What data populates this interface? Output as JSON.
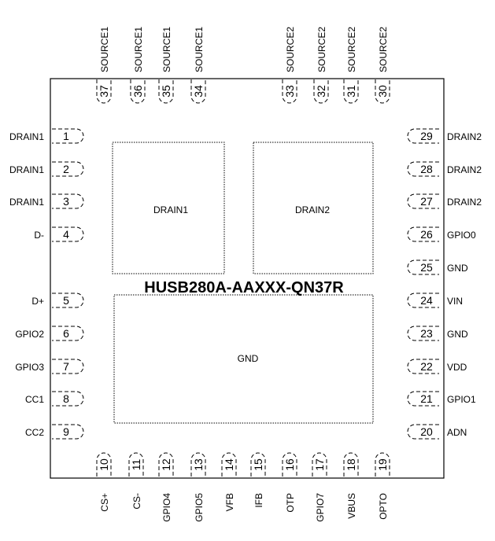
{
  "part_number": "HUSB280A-AAXXX-QN37R",
  "pads": {
    "drain1": "DRAIN1",
    "drain2": "DRAIN2",
    "gnd": "GND"
  },
  "pins_top": [
    {
      "num": "37",
      "name": "SOURCE1"
    },
    {
      "num": "36",
      "name": "SOURCE1"
    },
    {
      "num": "35",
      "name": "SOURCE1"
    },
    {
      "num": "34",
      "name": "SOURCE1"
    },
    {
      "num": "33",
      "name": "SOURCE2"
    },
    {
      "num": "32",
      "name": "SOURCE2"
    },
    {
      "num": "31",
      "name": "SOURCE2"
    },
    {
      "num": "30",
      "name": "SOURCE2"
    }
  ],
  "pins_left": [
    {
      "num": "1",
      "name": "DRAIN1"
    },
    {
      "num": "2",
      "name": "DRAIN1"
    },
    {
      "num": "3",
      "name": "DRAIN1"
    },
    {
      "num": "4",
      "name": "D-"
    },
    {
      "num": "5",
      "name": "D+"
    },
    {
      "num": "6",
      "name": "GPIO2"
    },
    {
      "num": "7",
      "name": "GPIO3"
    },
    {
      "num": "8",
      "name": "CC1"
    },
    {
      "num": "9",
      "name": "CC2"
    }
  ],
  "pins_right": [
    {
      "num": "29",
      "name": "DRAIN2"
    },
    {
      "num": "28",
      "name": "DRAIN2"
    },
    {
      "num": "27",
      "name": "DRAIN2"
    },
    {
      "num": "26",
      "name": "GPIO0"
    },
    {
      "num": "25",
      "name": "GND"
    },
    {
      "num": "24",
      "name": "VIN"
    },
    {
      "num": "23",
      "name": "GND"
    },
    {
      "num": "22",
      "name": "VDD"
    },
    {
      "num": "21",
      "name": "GPIO1"
    },
    {
      "num": "20",
      "name": "ADN"
    }
  ],
  "pins_bottom": [
    {
      "num": "10",
      "name": "CS+"
    },
    {
      "num": "11",
      "name": "CS-"
    },
    {
      "num": "12",
      "name": "GPIO4"
    },
    {
      "num": "13",
      "name": "GPIO5"
    },
    {
      "num": "14",
      "name": "VFB"
    },
    {
      "num": "15",
      "name": "IFB"
    },
    {
      "num": "16",
      "name": "OTP"
    },
    {
      "num": "17",
      "name": "GPIO7"
    },
    {
      "num": "18",
      "name": "VBUS"
    },
    {
      "num": "19",
      "name": "OPTO"
    }
  ],
  "colors": {
    "outline": "#000000",
    "text": "#000000",
    "background": "#ffffff"
  }
}
